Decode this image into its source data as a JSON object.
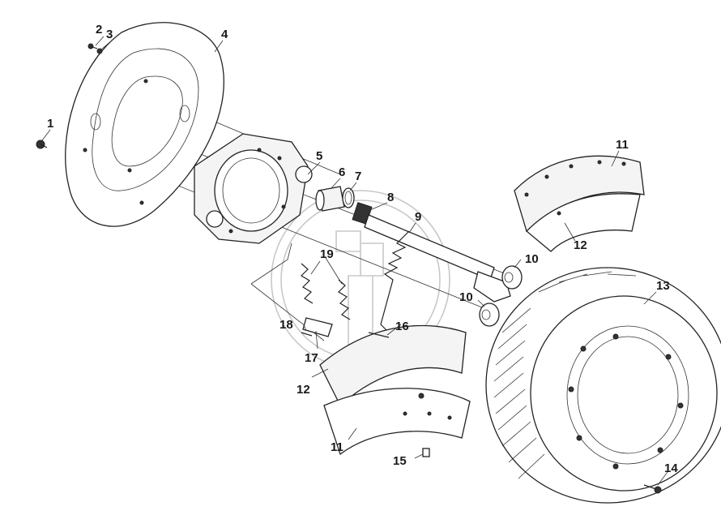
{
  "diagram": {
    "callouts": [
      {
        "id": "c1",
        "text": "1"
      },
      {
        "id": "c2",
        "text": "2"
      },
      {
        "id": "c3",
        "text": "3"
      },
      {
        "id": "c4",
        "text": "4"
      },
      {
        "id": "c5",
        "text": "5"
      },
      {
        "id": "c6",
        "text": "6"
      },
      {
        "id": "c7",
        "text": "7"
      },
      {
        "id": "c8",
        "text": "8"
      },
      {
        "id": "c9",
        "text": "9"
      },
      {
        "id": "c10a",
        "text": "10"
      },
      {
        "id": "c10b",
        "text": "10"
      },
      {
        "id": "c11a",
        "text": "11"
      },
      {
        "id": "c11b",
        "text": "11"
      },
      {
        "id": "c12a",
        "text": "12"
      },
      {
        "id": "c12b",
        "text": "12"
      },
      {
        "id": "c13",
        "text": "13"
      },
      {
        "id": "c14",
        "text": "14"
      },
      {
        "id": "c15",
        "text": "15"
      },
      {
        "id": "c16",
        "text": "16"
      },
      {
        "id": "c17",
        "text": "17"
      },
      {
        "id": "c18",
        "text": "18"
      },
      {
        "id": "c19",
        "text": "19"
      }
    ]
  }
}
